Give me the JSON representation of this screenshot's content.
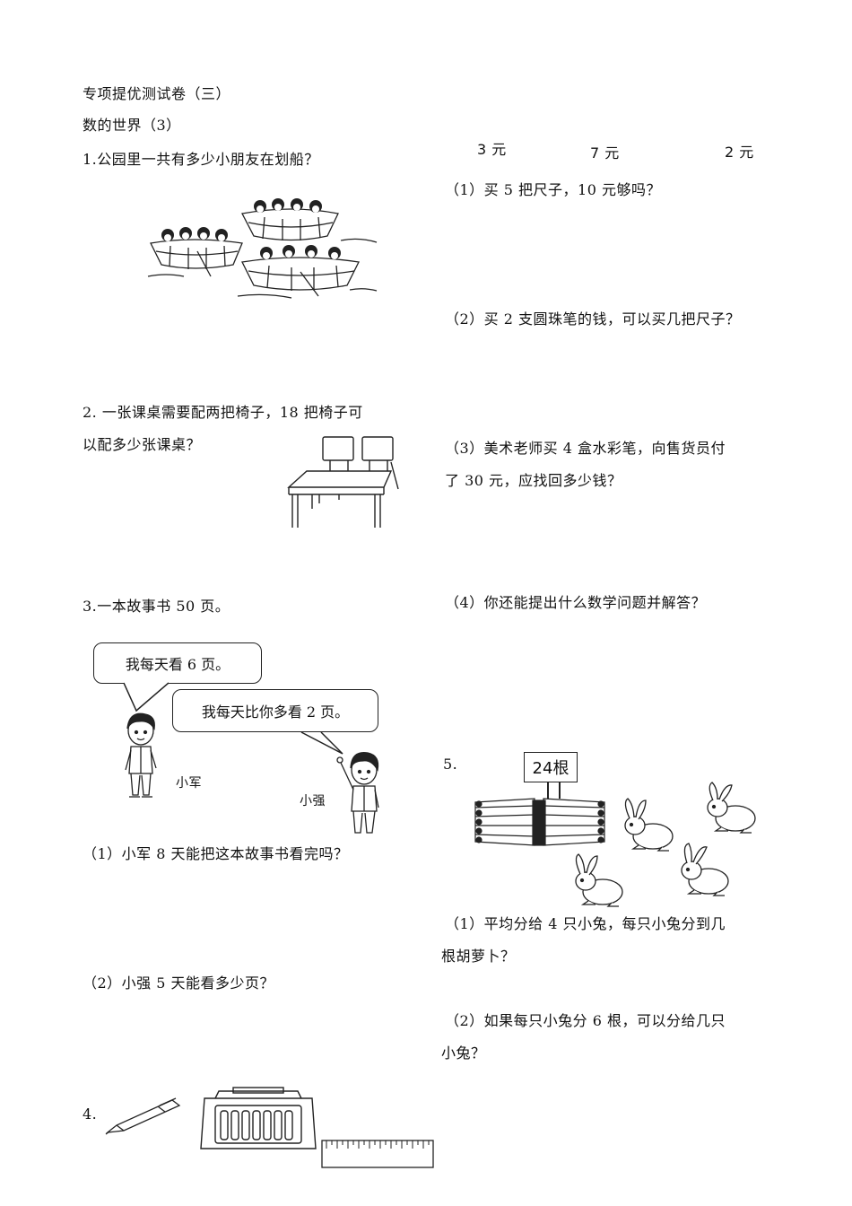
{
  "header": {
    "title": "专项提优测试卷（三）",
    "subtitle": "数的世界（3）"
  },
  "q1": {
    "text": "1.公园里一共有多少小朋友在划船？"
  },
  "q2": {
    "line1": "2. 一张课桌需要配两把椅子，18 把椅子可",
    "line2": "以配多少张课桌？"
  },
  "q3": {
    "text": "3.一本故事书 50 页。",
    "bubble1": "我每天看 6 页。",
    "bubble2": "我每天比你多看 2 页。",
    "name1": "小军",
    "name2": "小强",
    "sub1": "（1）小军 8 天能把这本故事书看完吗？",
    "sub2": "（2）小强 5 天能看多少页？"
  },
  "q4": {
    "label": "4.",
    "prices": [
      "3 元",
      "7 元",
      "2 元"
    ],
    "sub1": "（1）买 5 把尺子，10 元够吗？",
    "sub2": "（2）买 2 支圆珠笔的钱，可以买几把尺子？",
    "sub3_line1": "（3）美术老师买 4 盒水彩笔，向售货员付",
    "sub3_line2": "了 30 元，应找回多少钱？",
    "sub4": "（4）你还能提出什么数学问题并解答？"
  },
  "q5": {
    "label": "5.",
    "sign": "24根",
    "sub1_line1": "（1）平均分给 4 只小兔，每只小兔分到几",
    "sub1_line2": "根胡萝卜？",
    "sub2_line1": "（2）如果每只小兔分 6 根，可以分给几只",
    "sub2_line2": "小兔？"
  }
}
